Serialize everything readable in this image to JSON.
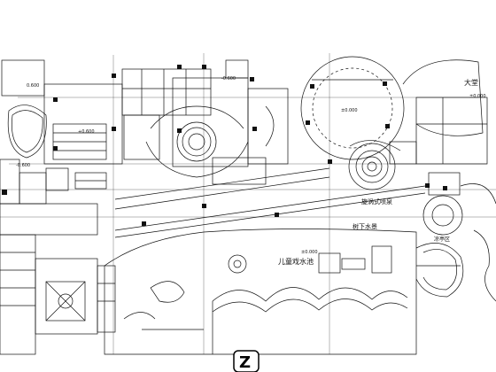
{
  "drawing": {
    "background": "#ffffff",
    "line_color": "#111111",
    "labels": {
      "lobby": "大堂",
      "spiral_fountain": "旋涡式喷泉",
      "tree_pool": "树下水景",
      "kids_pool": "儿童戏水池",
      "ground_level": "±0.000",
      "ground_level_2": "±0.000",
      "lobby_level": "±0.000",
      "upper_level": "+0.600",
      "right_level": "-0.600",
      "left_note": "-0.600",
      "top_small": "0.600",
      "plaza": "凉亭区"
    },
    "watermark": "Z"
  }
}
